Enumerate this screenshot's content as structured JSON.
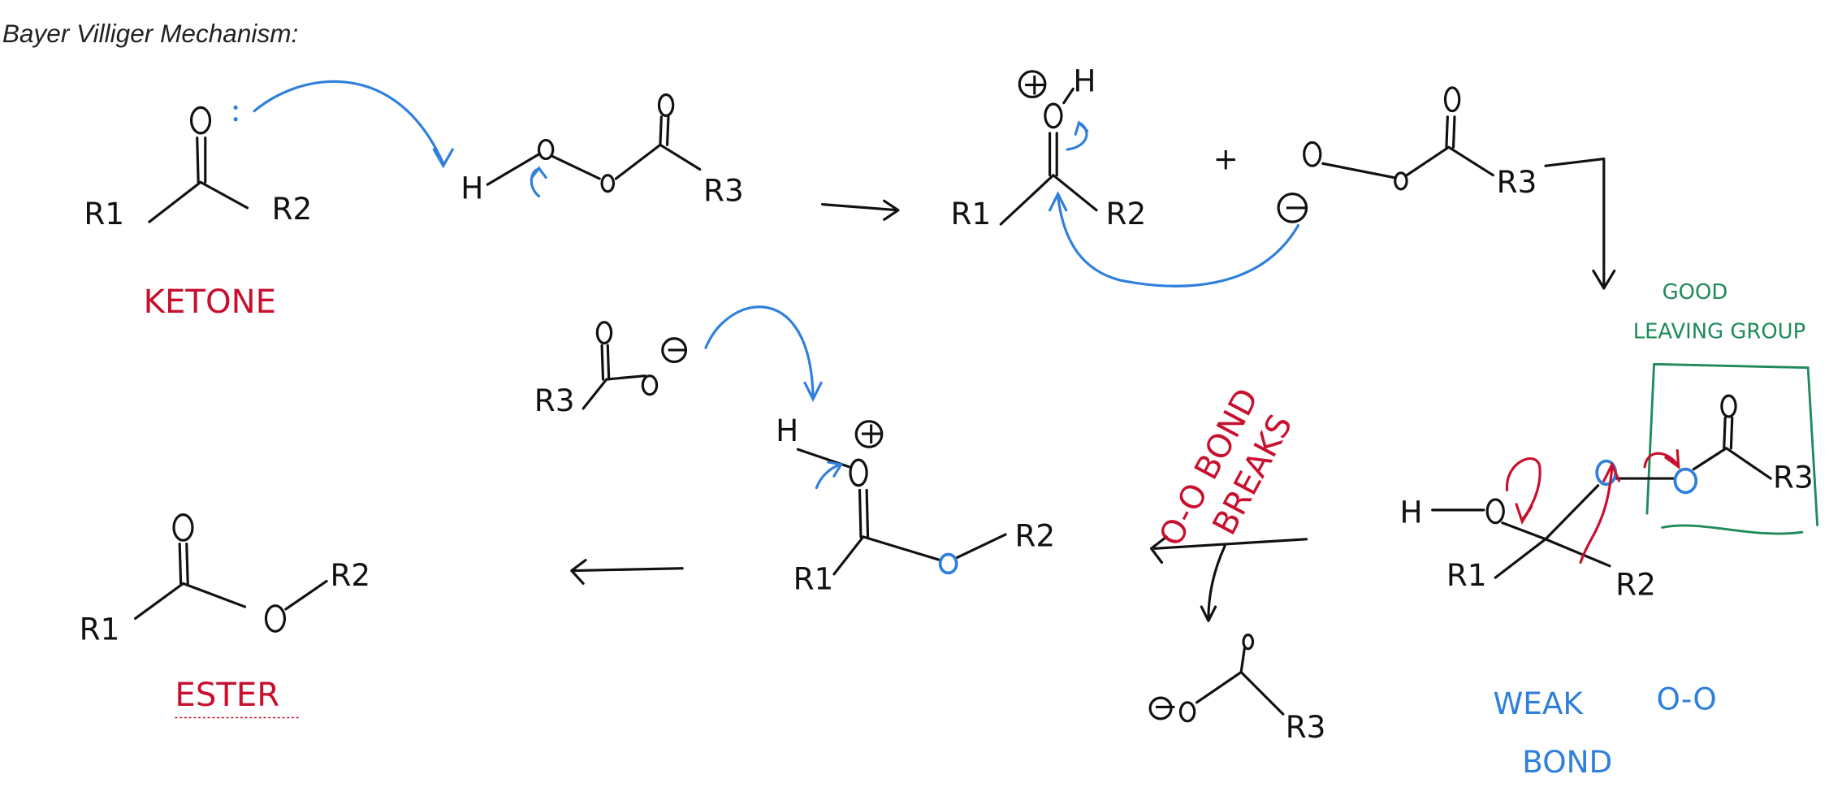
{
  "title": "Bayer Villiger Mechanism:",
  "labels": {
    "ketone": "KETONE",
    "ester": "ESTER",
    "good_leaving_1": "GOOD",
    "good_leaving_2": "LEAVING GROUP",
    "oo_breaks_1": "O-O BOND",
    "oo_breaks_2": "BREAKS",
    "weak": "WEAK",
    "weak_oo": "O-O",
    "bond": "BOND"
  },
  "atoms": {
    "r1": "R1",
    "r2": "R2",
    "r3": "R3",
    "h": "H",
    "plus": "+",
    "minus": "−",
    "plus_sign": "+"
  },
  "colors": {
    "ink": "#111111",
    "arrow_blue": "#2f7fdc",
    "label_red": "#c8102e",
    "label_green": "#1f8a5a"
  }
}
